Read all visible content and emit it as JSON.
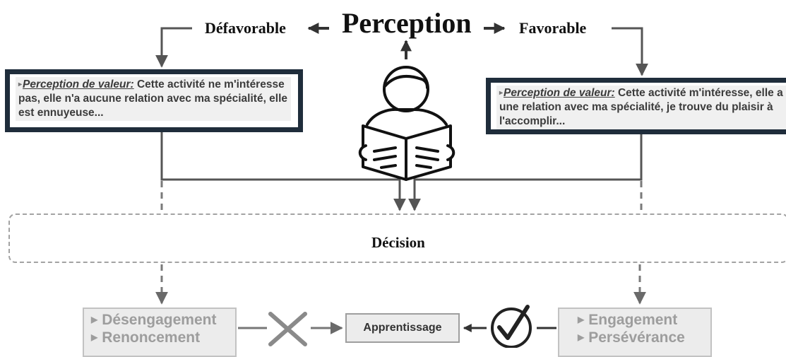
{
  "title": "Perception",
  "left_label": "Défavorable",
  "right_label": "Favorable",
  "left_box": {
    "term": "Perception de valeur:",
    "text": " Cette activité ne m'intéresse pas, elle n'a aucune relation avec ma spécialité, elle est ennuyeuse..."
  },
  "right_box": {
    "term": "Perception de valeur:",
    "text": " Cette activité m'intéresse, elle a une relation avec ma spécialité, je trouve du plaisir à l'accomplir..."
  },
  "decision": "Décision",
  "outcomes": {
    "left": [
      "Désengagement",
      "Renoncement"
    ],
    "right": [
      "Engagement",
      "Persévérance"
    ],
    "center": "Apprentissage"
  },
  "icons": {
    "reader": "person-reading-book-icon",
    "cross": "cross-icon",
    "check": "circled-check-icon"
  },
  "colors": {
    "box_border": "#1f2d3b",
    "line": "#555555",
    "dashed_line": "#7a7a7a",
    "outcome_text": "#9d9d9d"
  }
}
